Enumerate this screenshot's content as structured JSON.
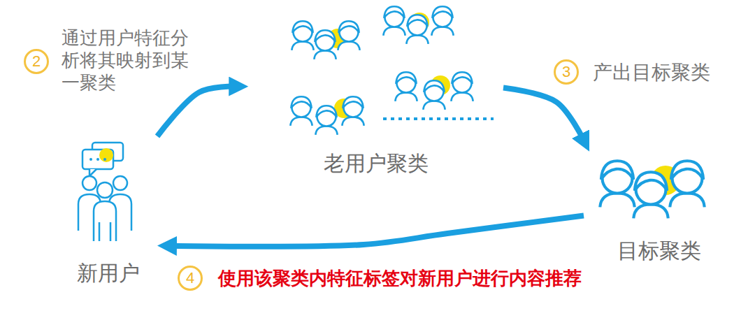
{
  "diagram": {
    "nodes": [
      {
        "text": [
          "新用户"
        ]
      },
      {
        "text": [
          "老用户聚类"
        ]
      },
      {
        "text": [
          "目标聚类"
        ]
      }
    ],
    "edges": [
      {
        "from": 0,
        "to": 1,
        "arrow": "to"
      },
      {
        "from": 1,
        "to": 2,
        "arrow": "to"
      },
      {
        "from": 2,
        "to": 0,
        "arrow": "to"
      }
    ],
    "labels": [
      "2",
      "通过用户特征分析将其映射到某一聚类",
      "3",
      "产出目标聚类",
      "4",
      "使用该聚类内特征标签对新用户进行内容推荐"
    ]
  }
}
